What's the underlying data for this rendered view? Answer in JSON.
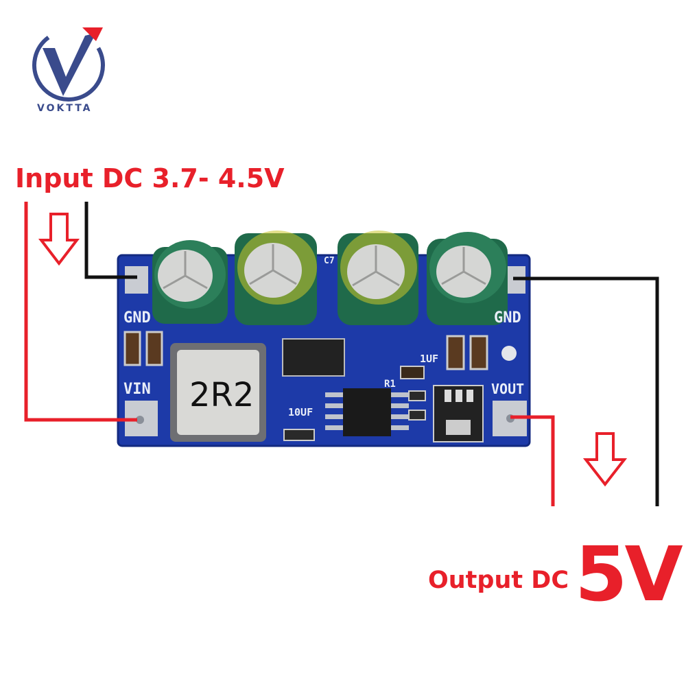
{
  "brand": {
    "name": "VOKTTA"
  },
  "labels": {
    "input": "Input DC 3.7- 4.5V",
    "output_prefix": "Output DC",
    "output_value": "5V"
  },
  "board": {
    "pin_gnd_left": "GND",
    "pin_vin": "VIN",
    "pin_gnd_right": "GND",
    "pin_vout": "VOUT",
    "inductor": "2R2",
    "cap_label_1": "10UF",
    "cap_label_2": "1UF",
    "res_label": "R1",
    "cap_ref": "C7"
  },
  "colors": {
    "pcb": "#1d3aa8",
    "wire_red": "#e8202a",
    "wire_black": "#111111",
    "capacitor": "#1f6a4a"
  }
}
